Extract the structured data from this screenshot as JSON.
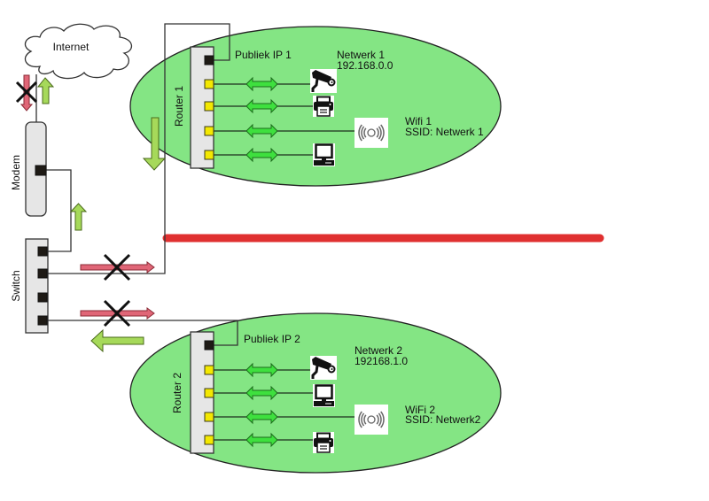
{
  "diagram": {
    "internet": {
      "label": "Internet"
    },
    "modem": {
      "label": "Modem"
    },
    "switch": {
      "label": "Switch"
    },
    "routers": [
      {
        "label": "Router 1",
        "public_ip_label": "Publiek IP 1",
        "network_name": "Netwerk 1",
        "network_address": "192.168.0.0",
        "wifi_name": "Wifi 1",
        "wifi_ssid": "SSID: Netwerk 1",
        "devices": [
          "camera",
          "printer",
          "wifi-access-point",
          "computer"
        ]
      },
      {
        "label": "Router 2",
        "public_ip_label": "Publiek IP 2",
        "network_name": "Netwerk 2",
        "network_address": "192168.1.0",
        "wifi_name": "WiFi 2",
        "wifi_ssid": "SSID: Netwerk2",
        "devices": [
          "camera",
          "computer",
          "wifi-access-point",
          "printer"
        ]
      }
    ],
    "flows": [
      {
        "name": "internet-to-modem",
        "direction": "down",
        "status": "blocked"
      },
      {
        "name": "modem-to-internet",
        "direction": "up",
        "status": "allowed"
      },
      {
        "name": "switch-to-modem",
        "direction": "up",
        "status": "allowed"
      },
      {
        "name": "internet-to-router-1",
        "direction": "down",
        "status": "allowed"
      },
      {
        "name": "switch-to-router-1",
        "direction": "right",
        "status": "blocked"
      },
      {
        "name": "switch-to-router-2",
        "direction": "right",
        "status": "blocked"
      },
      {
        "name": "router-2-to-switch",
        "direction": "left",
        "status": "allowed"
      },
      {
        "name": "router-1-router-2-separation",
        "direction": "none",
        "status": "isolated"
      }
    ]
  },
  "colors": {
    "network_zone": "#84e584",
    "allowed_arrow": "#a6d95a",
    "blocked_arrow": "#e06677",
    "lan_link_arrow": "#3ee03e",
    "separation_line": "#e03030",
    "lan_port": "#f4e800",
    "wan_port": "#1e1a15"
  }
}
